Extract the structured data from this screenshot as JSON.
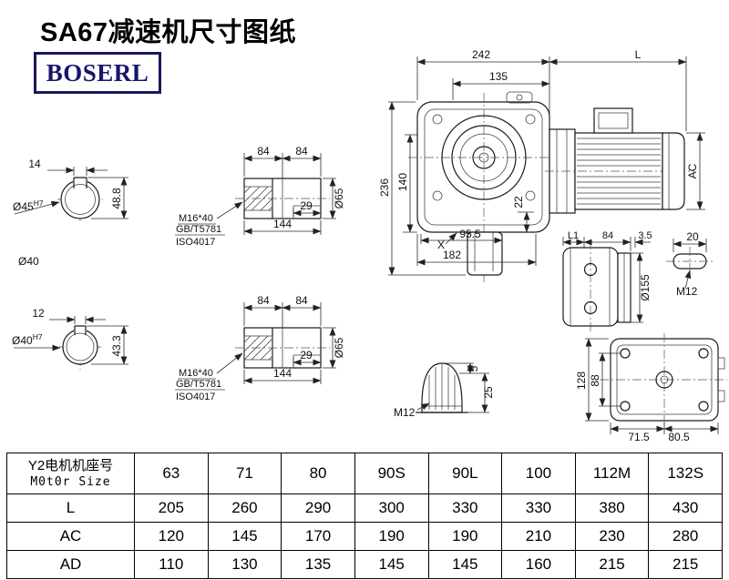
{
  "page": {
    "title": "SA67减速机尺寸图纸",
    "brand": "BOSERL"
  },
  "views": {
    "shaft_end_1": {
      "keyway_width": "14",
      "bore": "Ø45",
      "tol": "H7",
      "height": "48.8"
    },
    "shaft_label": "Ø40",
    "shaft_end_2": {
      "keyway_width": "12",
      "bore": "Ø40",
      "tol": "H7",
      "height": "43.3"
    },
    "shaft_detail_1": {
      "dim_a": "84",
      "dim_b": "84",
      "dim_key": "29",
      "dim_total": "144",
      "dia": "Ø65",
      "note1": "M16*40",
      "note2": "GB/T5781",
      "note3": "ISO4017"
    },
    "shaft_detail_2": {
      "dim_a": "84",
      "dim_b": "84",
      "dim_key": "29",
      "dim_total": "144",
      "dia": "Ø65",
      "note1": "M16*40",
      "note2": "GB/T5781",
      "note3": "ISO4017"
    },
    "main": {
      "dim_242": "242",
      "dim_L": "L",
      "dim_135": "135",
      "dim_236": "236",
      "dim_140": "140",
      "dim_22": "22",
      "dim_95_5": "95.5",
      "dim_182": "182",
      "label_X": "X",
      "dim_AC": "AC"
    },
    "side": {
      "dim_L1": "L1",
      "dim_84": "84",
      "dim_3_5": "3.5",
      "dia_155": "Ø155",
      "dim_20": "20",
      "thread": "M12"
    },
    "plug": {
      "dim_5": "5",
      "dim_25": "25",
      "thread": "M12"
    },
    "base": {
      "dim_128": "128",
      "dim_88": "88",
      "dim_71_5": "71.5",
      "dim_80_5": "80.5"
    }
  },
  "table": {
    "motor_header_line1": "Y2电机机座号",
    "motor_header_line2": "M0t0r Size",
    "sizes": [
      "63",
      "71",
      "80",
      "90S",
      "90L",
      "100",
      "112M",
      "132S"
    ],
    "rows": [
      {
        "label": "L",
        "values": [
          "205",
          "260",
          "290",
          "300",
          "330",
          "330",
          "380",
          "430"
        ]
      },
      {
        "label": "AC",
        "values": [
          "120",
          "145",
          "170",
          "190",
          "190",
          "210",
          "230",
          "280"
        ]
      },
      {
        "label": "AD",
        "values": [
          "110",
          "130",
          "135",
          "145",
          "145",
          "160",
          "215",
          "215"
        ]
      }
    ]
  }
}
